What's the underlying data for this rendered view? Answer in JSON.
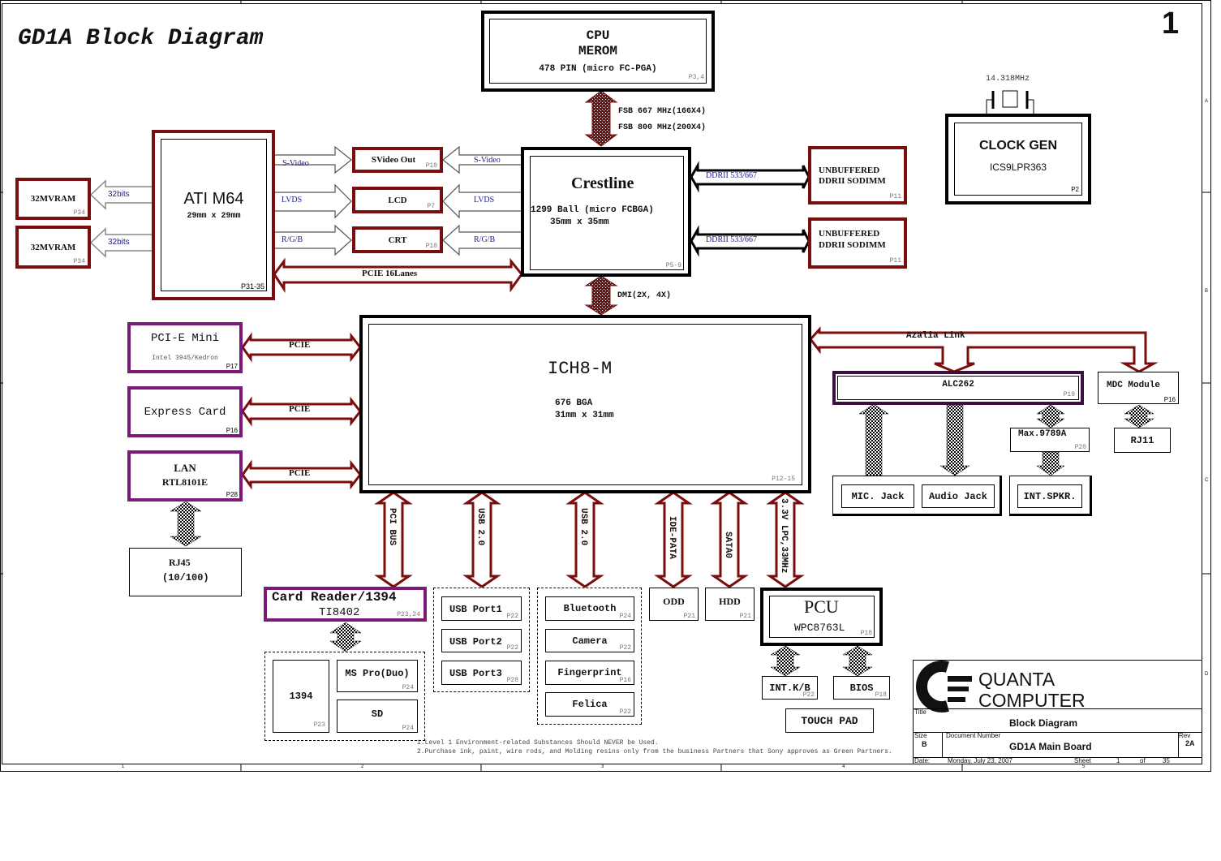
{
  "title": "GD1A Block Diagram",
  "sheet_number_big": "1",
  "border": {
    "columns": [
      "1",
      "2",
      "3",
      "4",
      "5"
    ],
    "rows": [
      "A",
      "B",
      "C",
      "D"
    ]
  },
  "cpu": {
    "line1": "CPU",
    "line2": "MEROM",
    "line3": "478 PIN (micro FC-PGA)",
    "page": "P3,4"
  },
  "fsb": {
    "line1": "FSB 667 MHz(166X4)",
    "line2": "FSB 800 MHz(200X4)"
  },
  "clock": {
    "freq": "14.318MHz",
    "title": "CLOCK GEN",
    "part": "ICS9LPR363",
    "page": "P2"
  },
  "gpu": {
    "title": "ATI M64",
    "size": "29mm x 29mm",
    "page": "P31-35"
  },
  "vram": [
    {
      "label": "32MVRAM",
      "page": "P34",
      "bus": "32bits"
    },
    {
      "label": "32MVRAM",
      "page": "P34",
      "bus": "32bits"
    }
  ],
  "video_outputs": [
    {
      "label": "SVideo Out",
      "page": "P10",
      "left_bus": "S-Video",
      "right_bus": "S-Video"
    },
    {
      "label": "LCD",
      "page": "P7",
      "left_bus": "LVDS",
      "right_bus": "LVDS"
    },
    {
      "label": "CRT",
      "page": "P10",
      "left_bus": "R/G/B",
      "right_bus": "R/G/B"
    }
  ],
  "pcie16": "PCIE 16Lanes",
  "nb": {
    "title": "Crestline",
    "line1": "1299 Ball (micro FCBGA)",
    "line2": "35mm x 35mm",
    "page": "P5-9"
  },
  "dimms": [
    {
      "line1": "UNBUFFERED",
      "line2": "DDRII SODIMM",
      "page": "P11",
      "bus": "DDRII 533/667"
    },
    {
      "line1": "UNBUFFERED",
      "line2": "DDRII SODIMM",
      "page": "P11",
      "bus": "DDRII 533/667"
    }
  ],
  "dmi": "DMI(2X, 4X)",
  "sb": {
    "title": "ICH8-M",
    "line1": "676 BGA",
    "line2": "31mm x 31mm",
    "page": "P12-15"
  },
  "pcie_devices": [
    {
      "title": "PCI-E Mini",
      "sub": "Intel 3945/Kedron",
      "page": "P17",
      "bus": "PCIE"
    },
    {
      "title": "Express Card",
      "sub": "",
      "page": "P16",
      "bus": "PCIE"
    },
    {
      "title": "LAN",
      "sub": "RTL8101E",
      "page": "P28",
      "bus": "PCIE"
    }
  ],
  "rj45": {
    "line1": "RJ45",
    "line2": "(10/100)"
  },
  "azalia": "Azalia Link",
  "codec": {
    "label": "ALC262",
    "page": "P19"
  },
  "mdc": {
    "label": "MDC Module",
    "page": "P16"
  },
  "rj11": "RJ11",
  "amp": {
    "label": "Max.9789A",
    "page": "P20"
  },
  "jacks": {
    "mic": "MIC. Jack",
    "audio": "Audio Jack",
    "spkr": "INT.SPKR."
  },
  "buses_down": {
    "pci": "PCI BUS",
    "usb1": "USB 2.0",
    "usb2": "USB 2.0",
    "ide": "IDE-PATA",
    "sata": "SATA0",
    "lpc": "3.3V LPC,33MHz"
  },
  "card_reader": {
    "line1": "Card Reader/1394",
    "line2": "TI8402",
    "page": "P23,24"
  },
  "card_slots": [
    {
      "label": "1394",
      "page": "P23"
    },
    {
      "label": "MS Pro(Duo)",
      "page": "P24"
    },
    {
      "label": "SD",
      "page": "P24"
    }
  ],
  "usb_ports": [
    {
      "label": "USB Port1",
      "page": "P22"
    },
    {
      "label": "USB Port2",
      "page": "P22"
    },
    {
      "label": "USB Port3",
      "page": "P28"
    }
  ],
  "usb_devices": [
    {
      "label": "Bluetooth",
      "page": "P24"
    },
    {
      "label": "Camera",
      "page": "P22"
    },
    {
      "label": "Fingerprint",
      "page": "P16"
    },
    {
      "label": "Felica",
      "page": "P22"
    }
  ],
  "odd": {
    "label": "ODD",
    "page": "P21"
  },
  "hdd": {
    "label": "HDD",
    "page": "P21"
  },
  "ec": {
    "title": "PCU",
    "part": "WPC8763L",
    "page": "P18"
  },
  "kb": {
    "label": "INT.K/B",
    "page": "P22"
  },
  "bios": {
    "label": "BIOS",
    "page": "P18"
  },
  "touchpad": "TOUCH PAD",
  "notes": [
    "1.Level 1 Environment-related Substances Should NEVER be Used.",
    "2.Purchase ink, paint, wire rods, and Molding resins only from the business Partners that Sony approves as Green Partners."
  ],
  "title_block": {
    "company_line1": "QUANTA",
    "company_line2": "COMPUTER",
    "title_label": "Title",
    "title": "Block Diagram",
    "size_label": "Size",
    "size": "B",
    "docnum_label": "Document Number",
    "docnum": "GD1A Main Board",
    "rev_label": "Rev",
    "rev": "2A",
    "date_label": "Date:",
    "date": "Monday, July 23, 2007",
    "sheet_label": "Sheet",
    "sheet": "1",
    "of_label": "of",
    "total": "35"
  }
}
